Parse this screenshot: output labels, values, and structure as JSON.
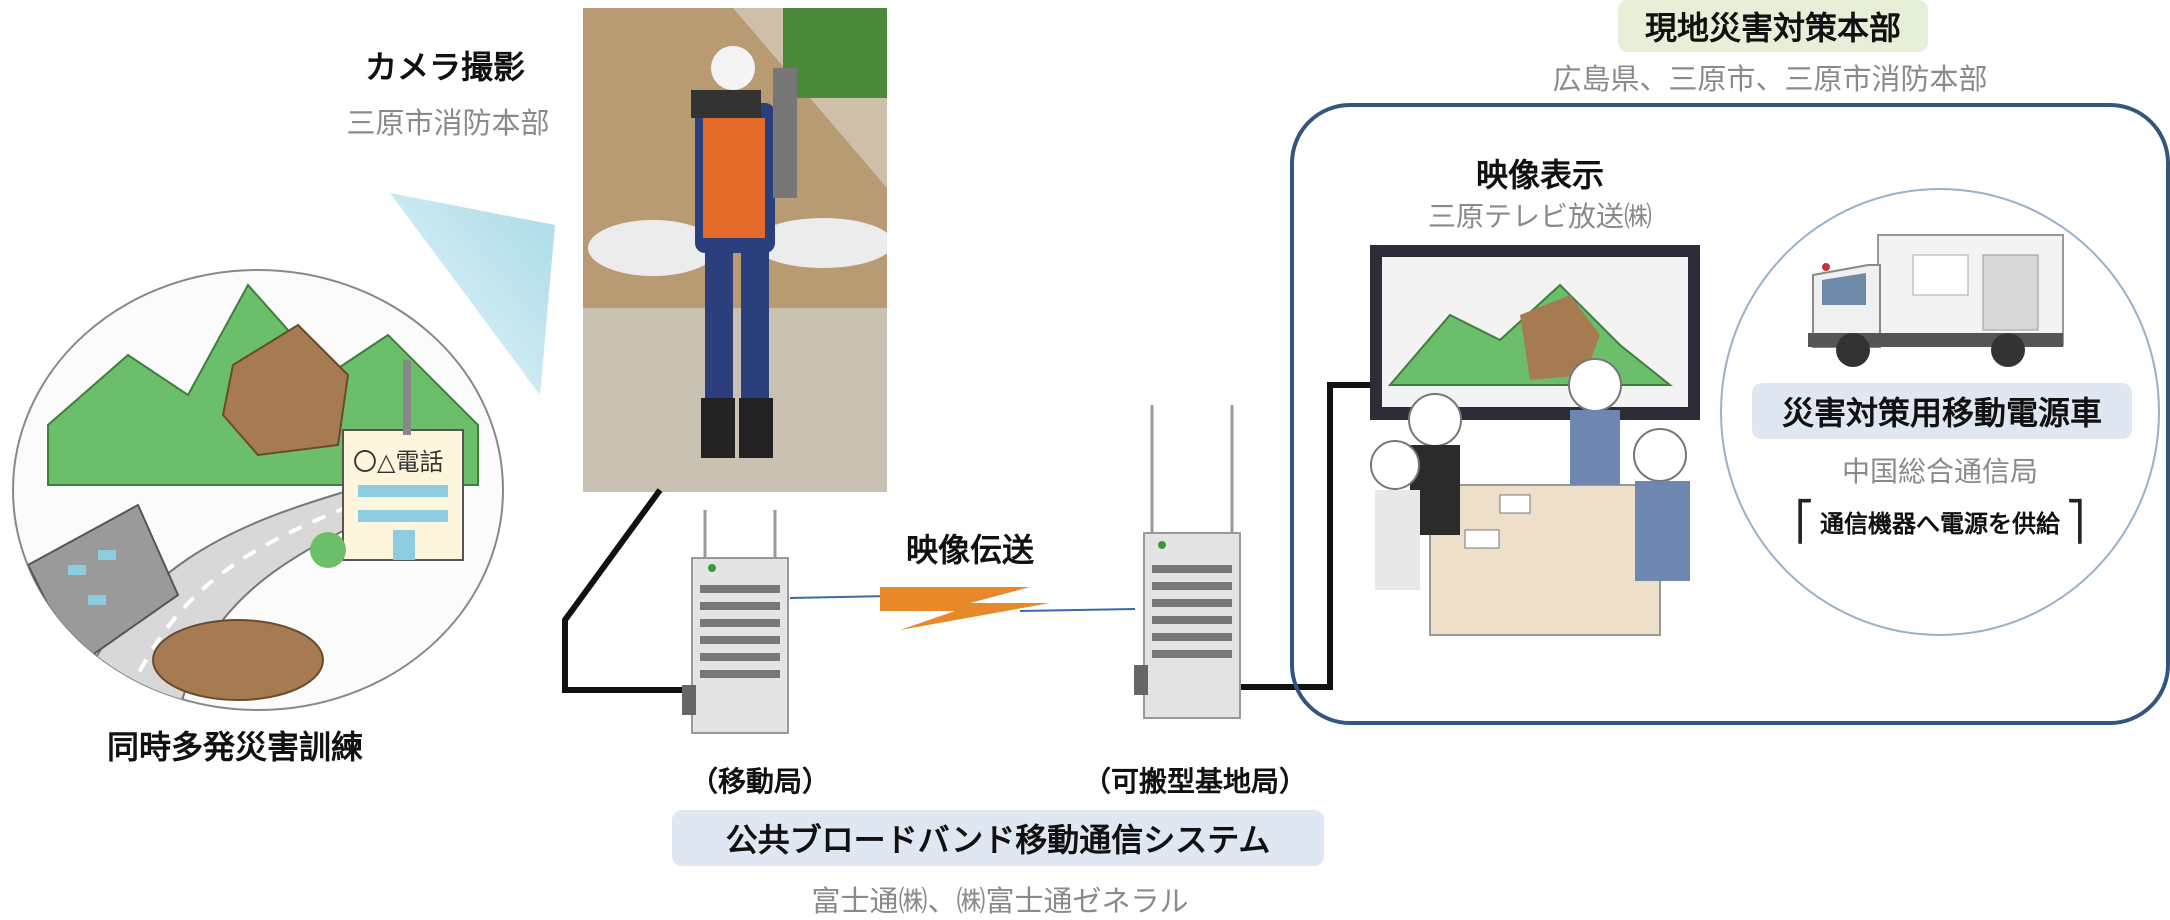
{
  "top_right": {
    "headquarters_title": "現地災害対策本部",
    "headquarters_members": "広島県、三原市、三原市消防本部"
  },
  "camera": {
    "title": "カメラ撮影",
    "org": "三原市消防本部"
  },
  "drill": {
    "title": "同時多発災害訓練",
    "building_sign": "〇△電話"
  },
  "transmission": {
    "title": "映像伝送"
  },
  "stations": {
    "mobile_label": "（移動局）",
    "portable_base_label": "（可搬型基地局）"
  },
  "system": {
    "title": "公共ブロードバンド移動通信システム",
    "vendors": "富士通㈱、㈱富士通ゼネラル"
  },
  "display": {
    "title": "映像表示",
    "org": "三原テレビ放送㈱"
  },
  "power_vehicle": {
    "title": "災害対策用移動電源車",
    "org": "中国総合通信局",
    "note": "通信機器へ電源を供給"
  },
  "colors": {
    "hq_pill": "#e6efd8",
    "blue_pill": "#dfe8f2",
    "frame_blue": "#33567f",
    "gray_text": "#8a8a8a",
    "mountain_green": "#6cbf6a",
    "lightning_orange": "#e8882a"
  }
}
